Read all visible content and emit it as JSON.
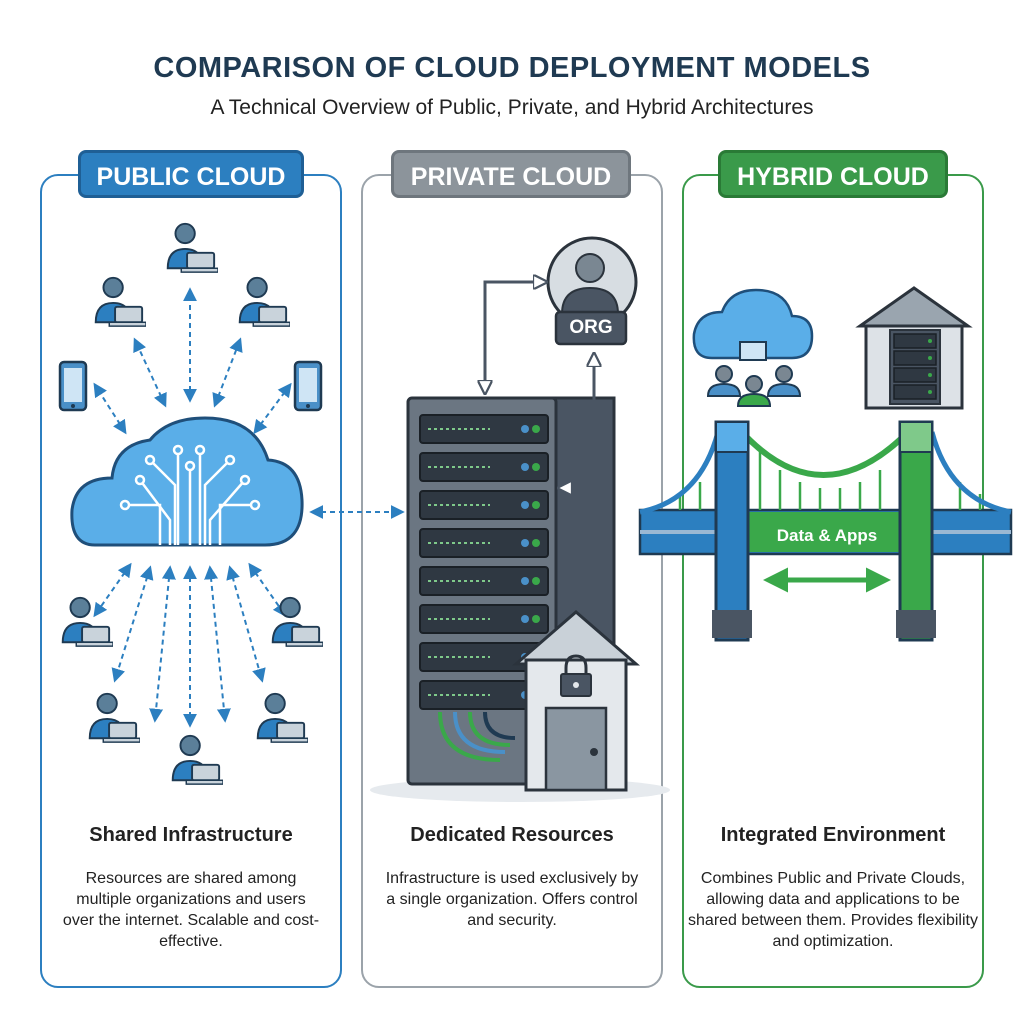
{
  "header": {
    "title": "COMPARISON OF CLOUD DEPLOYMENT MODELS",
    "subtitle": "A Technical Overview of Public, Private, and Hybrid Architectures"
  },
  "panels": [
    {
      "badge": "PUBLIC CLOUD",
      "heading": "Shared Infrastructure",
      "description": "Resources are shared among multiple organizations and users over the internet. Scalable and cost-effective.",
      "color": "#2c7fc0"
    },
    {
      "badge": "PRIVATE CLOUD",
      "heading": "Dedicated Resources",
      "description": "Infrastructure is used exclusively by a single organization. Offers control and security.",
      "color": "#8c949b",
      "org_label": "ORG"
    },
    {
      "badge": "HYBRID CLOUD",
      "heading": "Integrated Environment",
      "description": "Combines Public and Private Clouds, allowing data and applications to be shared between them. Provides flexibility and optimization.",
      "color": "#3a9a4a",
      "bridge_label": "Data & Apps"
    }
  ]
}
